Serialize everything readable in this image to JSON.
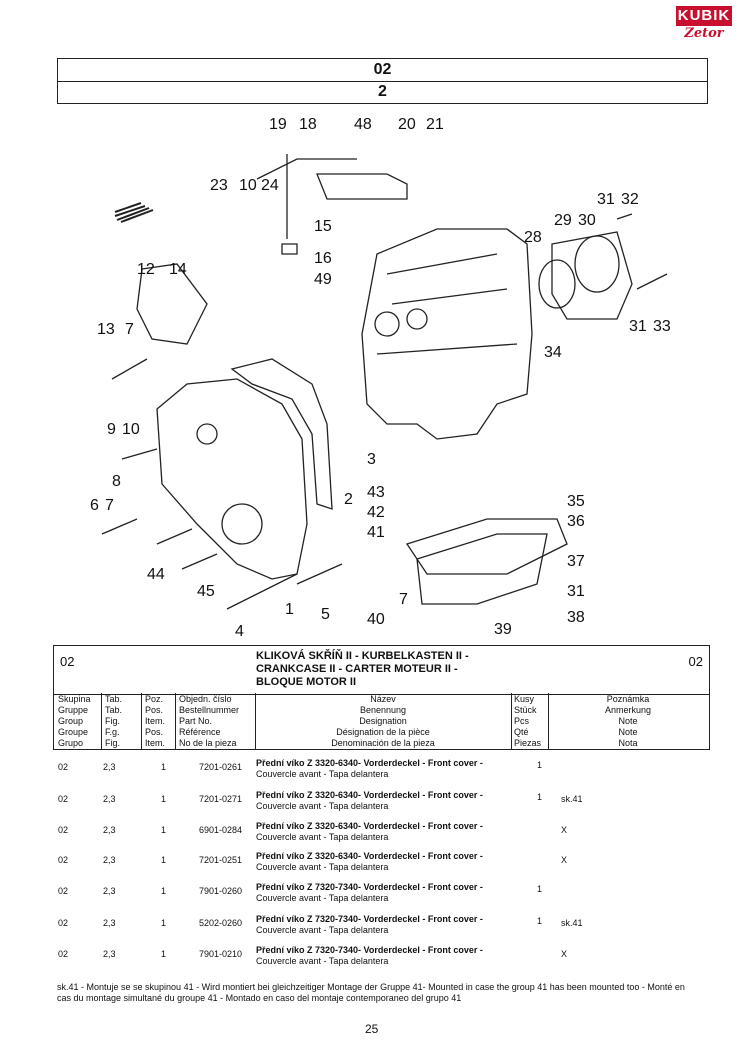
{
  "logo": {
    "top": "KUBIK",
    "bottom": "Zetor"
  },
  "header": {
    "group_code": "02",
    "sub_code": "2"
  },
  "diagram": {
    "callouts": [
      "1",
      "2",
      "3",
      "4",
      "5",
      "6",
      "7",
      "7",
      "7",
      "8",
      "9",
      "10",
      "10",
      "12",
      "13",
      "14",
      "15",
      "16",
      "18",
      "19",
      "20",
      "21",
      "23",
      "24",
      "28",
      "29",
      "30",
      "31",
      "32",
      "31",
      "33",
      "34",
      "35",
      "36",
      "37",
      "31",
      "38",
      "39",
      "40",
      "41",
      "42",
      "43",
      "44",
      "45",
      "48",
      "49"
    ]
  },
  "section": {
    "left_code": "02",
    "right_code": "02",
    "title_lines": [
      "KLIKOVÁ SKŘÍŇ II - KURBELKASTEN II -",
      "CRANKCASE II - CARTER MOTEUR II -",
      "BLOQUE MOTOR II"
    ]
  },
  "columns": {
    "group": [
      "Skupina",
      "Gruppe",
      "Group",
      "Groupe",
      "Grupo"
    ],
    "table": [
      "Tab.",
      "Tab.",
      "Fig.",
      "F.g.",
      "Fig."
    ],
    "pos": [
      "Poz.",
      "Pos.",
      "Item.",
      "Pos.",
      "Item."
    ],
    "part": [
      "Objedn. číslo",
      "Bestellnummer",
      "Part No.",
      "Référence",
      "No de la pieza"
    ],
    "name": [
      "Název",
      "Benennung",
      "Designation",
      "Désignation de la pièce",
      "Denominación de la pieza"
    ],
    "qty": [
      "Kusy",
      "Stück",
      "Pcs",
      "Qté",
      "Piezas"
    ],
    "note": [
      "Poznámka",
      "Anmerkung",
      "Note",
      "Note",
      "Nota"
    ]
  },
  "rows": [
    {
      "group": "02",
      "tab": "2,3",
      "pos": "1",
      "part": "7201-0261",
      "name1": "Přední víko Z 3320-6340- Vorderdeckel - Front cover -",
      "name2": "Couvercle avant - Tapa delantera",
      "qty": "1",
      "note": ""
    },
    {
      "group": "02",
      "tab": "2,3",
      "pos": "1",
      "part": "7201-0271",
      "name1": "Přední víko Z 3320-6340- Vorderdeckel - Front cover -",
      "name2": "Couvercle avant - Tapa delantera",
      "qty": "1",
      "note": "sk.41"
    },
    {
      "group": "02",
      "tab": "2,3",
      "pos": "1",
      "part": "6901-0284",
      "name1": "Přední víko Z 3320-6340- Vorderdeckel - Front cover -",
      "name2": "Couvercle avant - Tapa delantera",
      "qty": "",
      "note": "X"
    },
    {
      "group": "02",
      "tab": "2,3",
      "pos": "1",
      "part": "7201-0251",
      "name1": "Přední víko Z 3320-6340- Vorderdeckel - Front cover -",
      "name2": "Couvercle avant - Tapa delantera",
      "qty": "",
      "note": "X"
    },
    {
      "group": "02",
      "tab": "2,3",
      "pos": "1",
      "part": "7901-0260",
      "name1": "Přední víko Z 7320-7340- Vorderdeckel - Front cover -",
      "name2": "Couvercle avant - Tapa delantera",
      "qty": "1",
      "note": ""
    },
    {
      "group": "02",
      "tab": "2,3",
      "pos": "1",
      "part": "5202-0260",
      "name1": "Přední víko Z 7320-7340- Vorderdeckel - Front cover -",
      "name2": "Couvercle avant - Tapa delantera",
      "qty": "1",
      "note": "sk.41"
    },
    {
      "group": "02",
      "tab": "2,3",
      "pos": "1",
      "part": "7901-0210",
      "name1": "Přední víko Z 7320-7340- Vorderdeckel - Front cover -",
      "name2": "Couvercle avant - Tapa delantera",
      "qty": "",
      "note": "X"
    }
  ],
  "footnote": "sk.41 - Montuje se se skupinou 41 - Wird montiert bei gleichzeitiger Montage der Gruppe 41- Mounted in case the group 41 has been mounted too - Monté en cas du montage simultané du groupe 41 - Montado en caso del montaje contemporaneo del grupo 41",
  "page_number": "25"
}
